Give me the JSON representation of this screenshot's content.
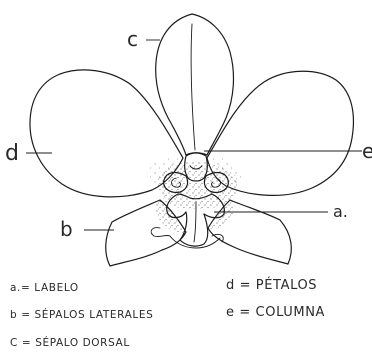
{
  "labels": {
    "c": "c",
    "d": "d",
    "b": "b",
    "a": "a.",
    "e": "e"
  },
  "legend": {
    "a": "a.= LABELO",
    "b": "b = SÉPALOS LATERALES",
    "c": "C = SÉPALO DORSAL",
    "d": "d = PÉTALOS",
    "e": "e = COLUMNA"
  }
}
